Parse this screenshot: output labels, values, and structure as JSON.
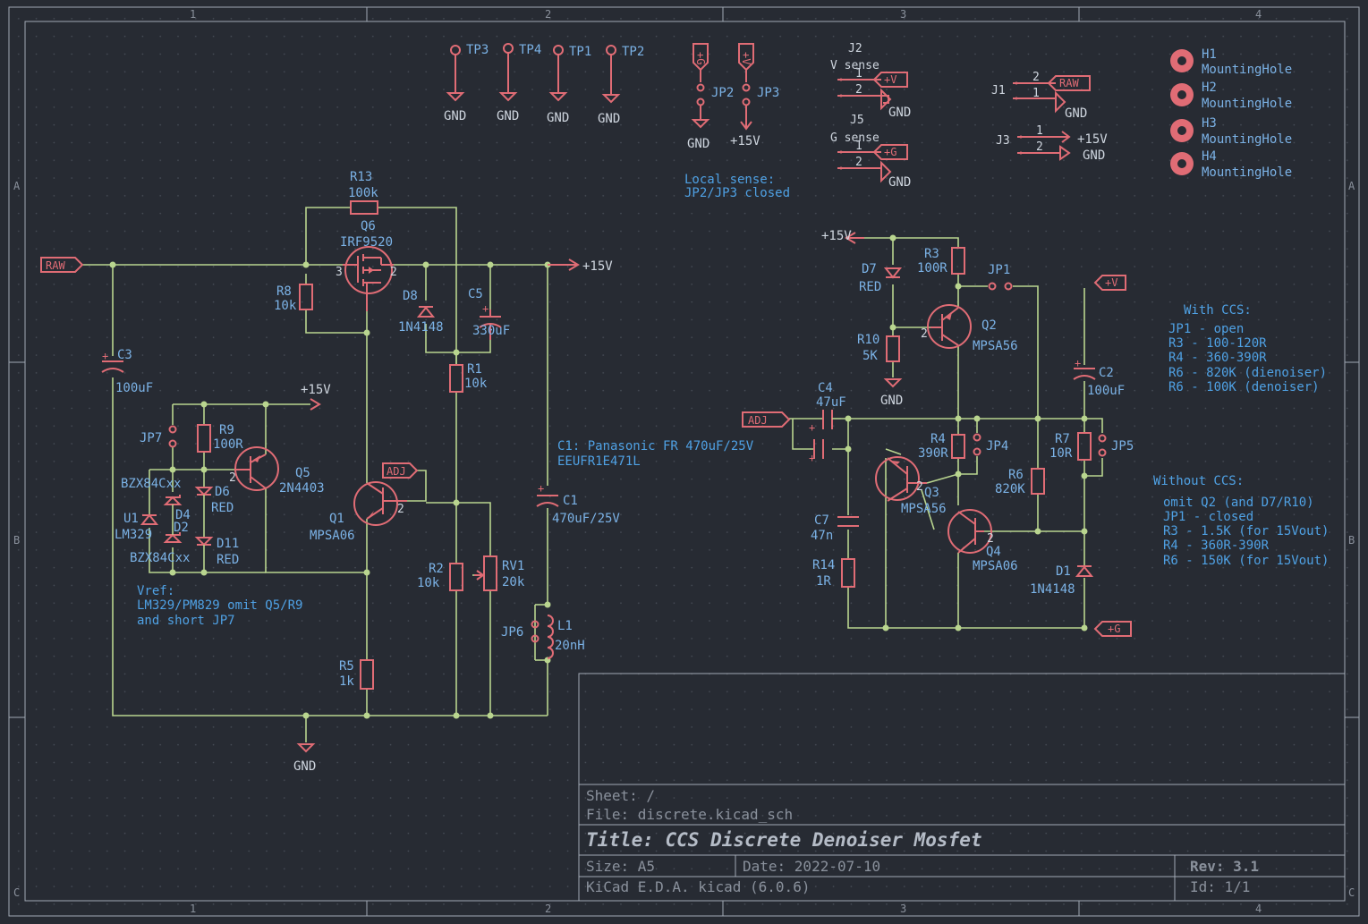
{
  "frame": {
    "cols": [
      "1",
      "2",
      "3",
      "4"
    ],
    "rows": [
      "A",
      "B",
      "C"
    ]
  },
  "title_block": {
    "sheet": "Sheet: /",
    "file": "File: discrete.kicad_sch",
    "title": "Title: CCS Discrete Denoiser Mosfet",
    "size": "Size: A5",
    "date": "Date: 2022-07-10",
    "rev": "Rev: 3.1",
    "tool": "KiCad E.D.A.  kicad (6.0.6)",
    "id": "Id: 1/1"
  },
  "testpoints": {
    "tp3": "TP3",
    "tp4": "TP4",
    "tp1": "TP1",
    "tp2": "TP2",
    "gnd": "GND"
  },
  "jumpers_top": {
    "jp2": "JP2",
    "jp3": "JP3",
    "g_tag": "+G",
    "v_tag": "+V",
    "gnd": "GND",
    "p15": "+15V",
    "note1": "Local sense:",
    "note2": "JP2/JP3 closed"
  },
  "connectors": {
    "j2": "J2",
    "j2_val": "V sense",
    "j5": "J5",
    "j5_val": "G sense",
    "j1": "J1",
    "j3": "J3",
    "plus_v": "+V",
    "plus_g": "+G",
    "raw": "RAW",
    "gnd": "GND",
    "p15": "+15V",
    "pin1": "1",
    "pin2": "2"
  },
  "mounting_holes": [
    {
      "ref": "H1",
      "val": "MountingHole"
    },
    {
      "ref": "H2",
      "val": "MountingHole"
    },
    {
      "ref": "H3",
      "val": "MountingHole"
    },
    {
      "ref": "H4",
      "val": "MountingHole"
    }
  ],
  "left_circuit": {
    "raw": "RAW",
    "adj": "ADJ",
    "p15": "+15V",
    "gnd": "GND",
    "r13": "R13",
    "r13v": "100k",
    "q6": "Q6",
    "q6v": "IRF9520",
    "r8": "R8",
    "r8v": "10k",
    "d8": "D8",
    "d8v": "1N4148",
    "c5": "C5",
    "c5v": "330uF",
    "r1": "R1",
    "r1v": "10k",
    "c3": "C3",
    "c3v": "100uF",
    "p15b": "+15V",
    "jp7": "JP7",
    "r9": "R9",
    "r9v": "100R",
    "q5": "Q5",
    "q5v": "2N4403",
    "bzx1": "BZX84Cxx",
    "d6": "D6",
    "d6v": "RED",
    "d4": "D4",
    "u1": "U1",
    "u1v": "LM329",
    "d2": "D2",
    "bzx2": "BZX84Cxx",
    "d11": "D11",
    "d11v": "RED",
    "q1": "Q1",
    "q1v": "MPSA06",
    "r2": "R2",
    "r2v": "10k",
    "rv1": "RV1",
    "rv1v": "20k",
    "r5": "R5",
    "r5v": "1k",
    "c1": "C1",
    "c1v": "470uF/25V",
    "jp6": "JP6",
    "l1": "L1",
    "l1v": "20nH",
    "note_vref1": "Vref:",
    "note_vref2": "LM329/PM829 omit Q5/R9",
    "note_vref3": "and short JP7",
    "note_c1a": "C1: Panasonic FR 470uF/25V",
    "note_c1b": "EEUFR1E471L"
  },
  "right_circuit": {
    "p15": "+15V",
    "d7": "D7",
    "d7v": "RED",
    "r3": "R3",
    "r3v": "100R",
    "jp1": "JP1",
    "r10": "R10",
    "r10v": "5K",
    "gnd": "GND",
    "q2": "Q2",
    "q2v": "MPSA56",
    "plus_v": "+V",
    "plus_g": "+G",
    "adj": "ADJ",
    "c4": "C4",
    "c4v": "47uF",
    "r4": "R4",
    "r4v": "390R",
    "jp4": "JP4",
    "c2": "C2",
    "c2v": "100uF",
    "r7": "R7",
    "r7v": "10R",
    "jp5": "JP5",
    "q3": "Q3",
    "q3v": "MPSA56",
    "r6": "R6",
    "r6v": "820K",
    "c7": "C7",
    "c7v": "47n",
    "q4": "Q4",
    "q4v": "MPSA06",
    "r14": "R14",
    "r14v": "1R",
    "d1": "D1",
    "d1v": "1N4148"
  },
  "notes_ccs": {
    "with": [
      "With CCS:",
      "JP1 - open",
      "R3 - 100-120R",
      "R4 - 360-390R",
      "R6 - 820K (dienoiser)",
      "R6 - 100K (denoiser)"
    ],
    "without": [
      "Without CCS:",
      "omit Q2 (and D7/R10)",
      "JP1 - closed",
      "R3 - 1.5K (for 15Vout)",
      "R4 - 360R-390R",
      "R6 - 150K (for 15Vout)"
    ]
  }
}
